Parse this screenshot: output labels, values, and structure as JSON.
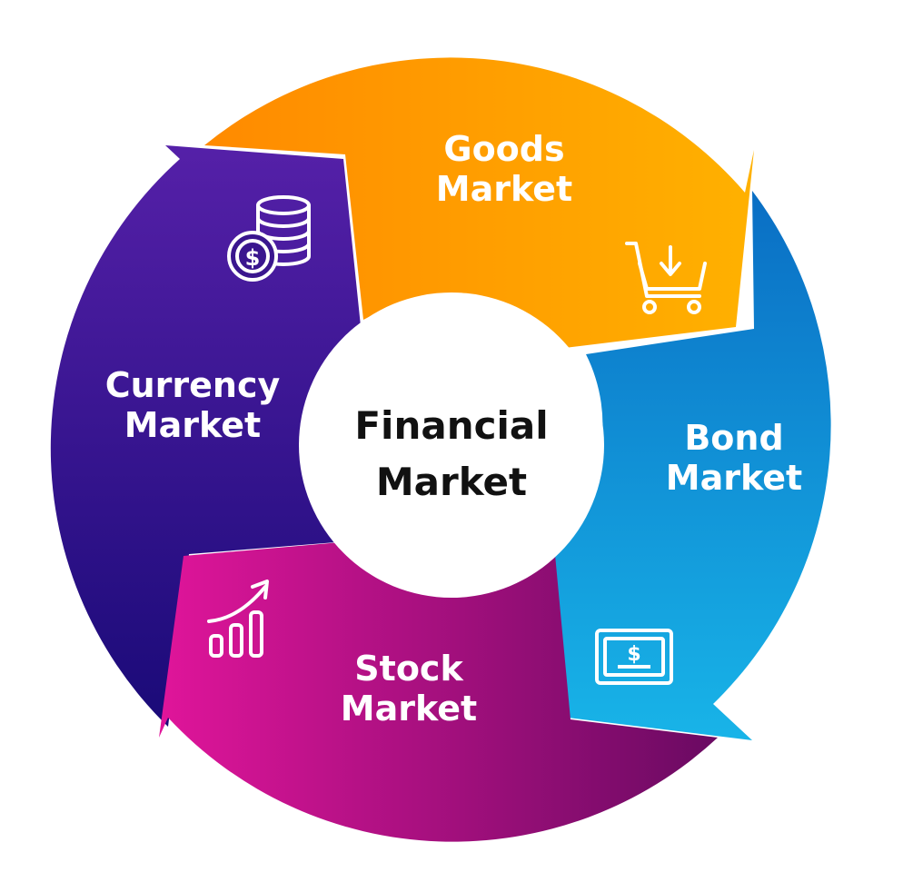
{
  "center": {
    "line1": "Financial",
    "line2": "Market"
  },
  "segments": [
    {
      "id": "goods",
      "line1": "Goods",
      "line2": "Market",
      "icon": "shopping-cart-icon",
      "color_start": "#ff8a00",
      "color_end": "#ffb100"
    },
    {
      "id": "bond",
      "line1": "Bond",
      "line2": "Market",
      "icon": "banknote-icon",
      "color_start": "#0a6ec4",
      "color_end": "#18b4e8"
    },
    {
      "id": "stock",
      "line1": "Stock",
      "line2": "Market",
      "icon": "growth-chart-icon",
      "color_start": "#e0159a",
      "color_end": "#6a0a62"
    },
    {
      "id": "currency",
      "line1": "Currency",
      "line2": "Market",
      "icon": "coin-stack-icon",
      "color_start": "#5520a8",
      "color_end": "#1a0a78"
    }
  ]
}
